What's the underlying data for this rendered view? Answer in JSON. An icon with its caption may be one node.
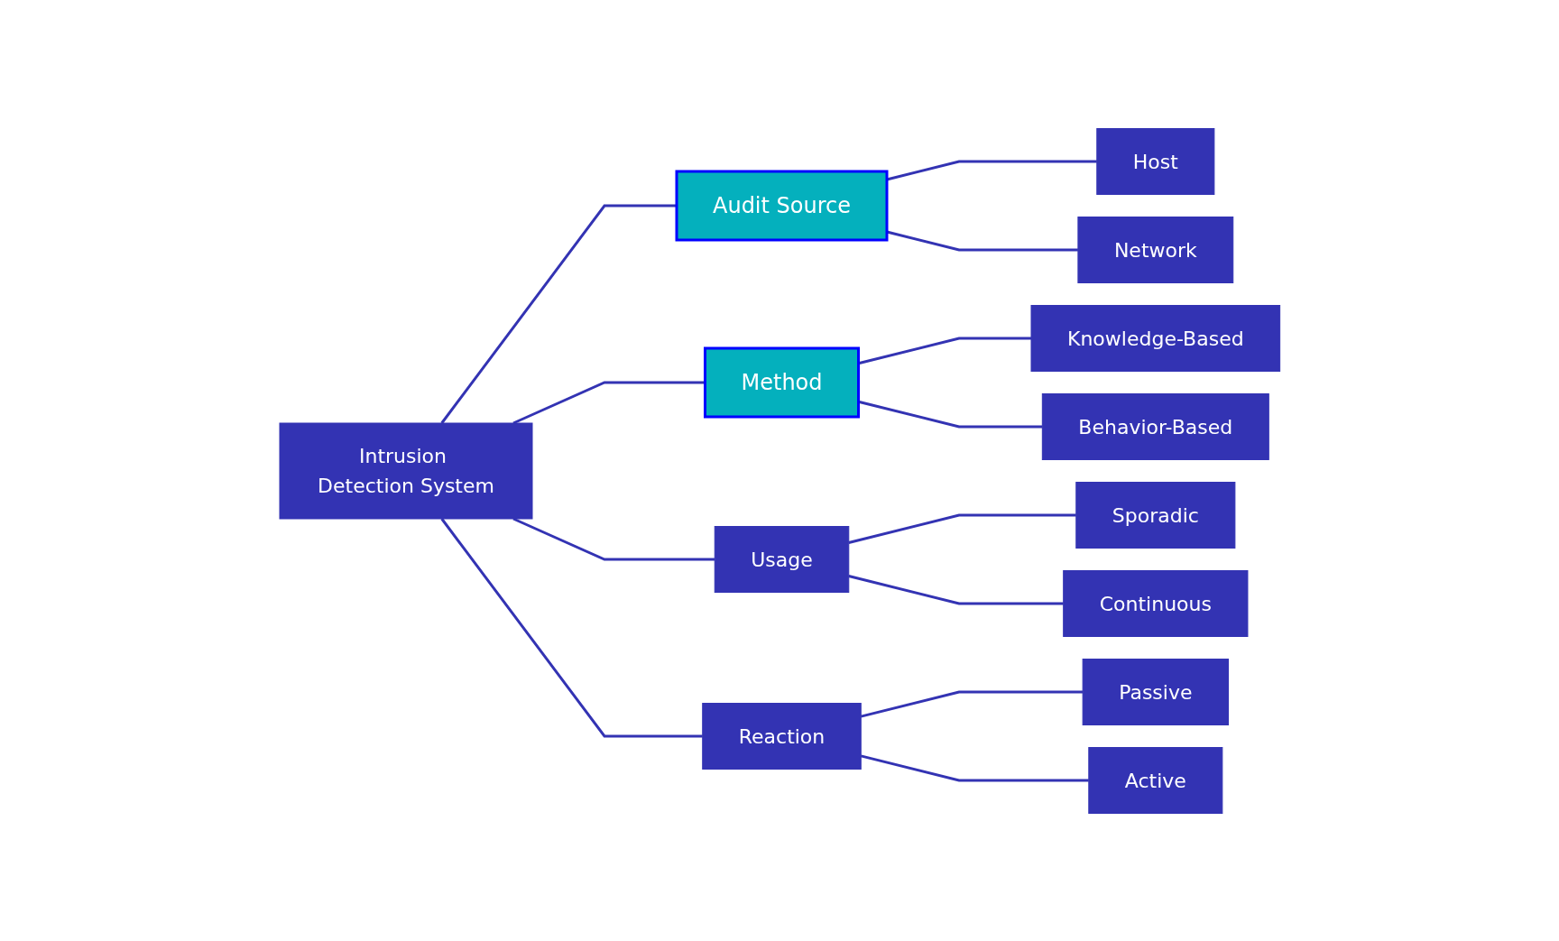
{
  "diagram": {
    "nodes": [
      {
        "text": [
          "Intrusion Detection System"
        ]
      },
      {
        "text": [
          "Audit Source"
        ]
      },
      {
        "text": [
          "Host"
        ]
      },
      {
        "text": [
          "Network"
        ]
      },
      {
        "text": [
          "Method"
        ]
      },
      {
        "text": [
          "Knowledge-Based"
        ]
      },
      {
        "text": [
          "Behavior-Based"
        ]
      },
      {
        "text": [
          "Usage"
        ]
      },
      {
        "text": [
          "Sporadic"
        ]
      },
      {
        "text": [
          "Continuous"
        ]
      },
      {
        "text": [
          "Reaction"
        ]
      },
      {
        "text": [
          "Passive"
        ]
      },
      {
        "text": [
          "Active"
        ]
      }
    ],
    "edges": [
      {
        "from": 0,
        "to": 1,
        "arrow": "none"
      },
      {
        "from": 0,
        "to": 4,
        "arrow": "none"
      },
      {
        "from": 0,
        "to": 7,
        "arrow": "none"
      },
      {
        "from": 0,
        "to": 10,
        "arrow": "none"
      },
      {
        "from": 1,
        "to": 2,
        "arrow": "none"
      },
      {
        "from": 1,
        "to": 3,
        "arrow": "none"
      },
      {
        "from": 4,
        "to": 5,
        "arrow": "none"
      },
      {
        "from": 4,
        "to": 6,
        "arrow": "none"
      },
      {
        "from": 7,
        "to": 8,
        "arrow": "none"
      },
      {
        "from": 7,
        "to": 9,
        "arrow": "none"
      },
      {
        "from": 10,
        "to": 11,
        "arrow": "none"
      },
      {
        "from": 10,
        "to": 12,
        "arrow": "none"
      }
    ]
  }
}
